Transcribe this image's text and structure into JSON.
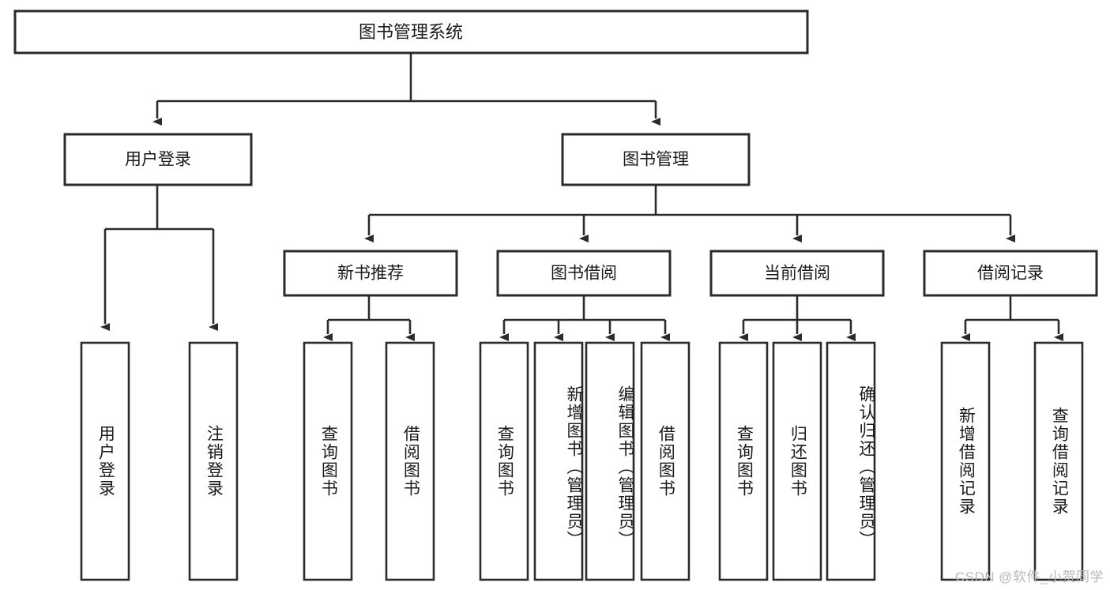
{
  "diagram": {
    "title": "图书管理系统",
    "watermark": "CSDN @软件_小贺同学",
    "root": {
      "label": "图书管理系统"
    },
    "level2": [
      {
        "label": "用户登录"
      },
      {
        "label": "图书管理"
      }
    ],
    "level3": [
      {
        "label": "新书推荐"
      },
      {
        "label": "图书借阅"
      },
      {
        "label": "当前借阅"
      },
      {
        "label": "借阅记录"
      }
    ],
    "leaves": {
      "user_login": [
        {
          "label": "用户登录"
        },
        {
          "label": "注销登录"
        }
      ],
      "new_book": [
        {
          "label": "查询图书"
        },
        {
          "label": "借阅图书"
        }
      ],
      "book_borrow": [
        {
          "label": "查询图书"
        },
        {
          "label": "新增图书（管理员）"
        },
        {
          "label": "编辑图书（管理员）"
        },
        {
          "label": "借阅图书"
        }
      ],
      "current_borrow": [
        {
          "label": "查询图书"
        },
        {
          "label": "归还图书"
        },
        {
          "label": "确认归还（管理员）"
        }
      ],
      "borrow_record": [
        {
          "label": "新增借阅记录"
        },
        {
          "label": "查询借阅记录"
        }
      ]
    },
    "colors": {
      "stroke": "#2b2b2b",
      "fill": "#ffffff",
      "text": "#1a1a1a",
      "watermark": "#b9b9b9"
    }
  },
  "chart_data": {
    "type": "diagram",
    "subtype": "tree-hierarchy",
    "title": "图书管理系统",
    "orientation": "top-down",
    "nodes": [
      {
        "id": "n0",
        "label": "图书管理系统",
        "level": 0,
        "parent": null
      },
      {
        "id": "n1",
        "label": "用户登录",
        "level": 1,
        "parent": "n0"
      },
      {
        "id": "n2",
        "label": "图书管理",
        "level": 1,
        "parent": "n0"
      },
      {
        "id": "n1a",
        "label": "用户登录",
        "level": 2,
        "parent": "n1"
      },
      {
        "id": "n1b",
        "label": "注销登录",
        "level": 2,
        "parent": "n1"
      },
      {
        "id": "n3",
        "label": "新书推荐",
        "level": 2,
        "parent": "n2"
      },
      {
        "id": "n4",
        "label": "图书借阅",
        "level": 2,
        "parent": "n2"
      },
      {
        "id": "n5",
        "label": "当前借阅",
        "level": 2,
        "parent": "n2"
      },
      {
        "id": "n6",
        "label": "借阅记录",
        "level": 2,
        "parent": "n2"
      },
      {
        "id": "n3a",
        "label": "查询图书",
        "level": 3,
        "parent": "n3"
      },
      {
        "id": "n3b",
        "label": "借阅图书",
        "level": 3,
        "parent": "n3"
      },
      {
        "id": "n4a",
        "label": "查询图书",
        "level": 3,
        "parent": "n4"
      },
      {
        "id": "n4b",
        "label": "新增图书（管理员）",
        "level": 3,
        "parent": "n4"
      },
      {
        "id": "n4c",
        "label": "编辑图书（管理员）",
        "level": 3,
        "parent": "n4"
      },
      {
        "id": "n4d",
        "label": "借阅图书",
        "level": 3,
        "parent": "n4"
      },
      {
        "id": "n5a",
        "label": "查询图书",
        "level": 3,
        "parent": "n5"
      },
      {
        "id": "n5b",
        "label": "归还图书",
        "level": 3,
        "parent": "n5"
      },
      {
        "id": "n5c",
        "label": "确认归还（管理员）",
        "level": 3,
        "parent": "n5"
      },
      {
        "id": "n6a",
        "label": "新增借阅记录",
        "level": 3,
        "parent": "n6"
      },
      {
        "id": "n6b",
        "label": "查询借阅记录",
        "level": 3,
        "parent": "n6"
      }
    ],
    "edge_count": 19,
    "edge_style": "orthogonal-arrow"
  }
}
